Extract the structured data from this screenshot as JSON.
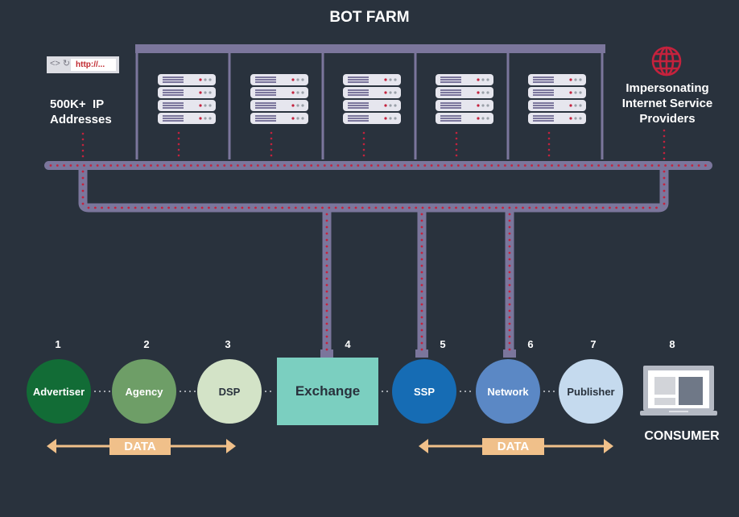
{
  "title": "BOT FARM",
  "browser": {
    "nav_icons": "<> ↻",
    "url": "http://..."
  },
  "left_label": [
    "500K+  IP",
    "Addresses"
  ],
  "right_label": [
    "Impersonating",
    "Internet Service",
    "Providers"
  ],
  "colors": {
    "background": "#29323d",
    "pipe": "#7b769c",
    "dots": "#c4223d",
    "server": "#e6e6ee",
    "data_arrow": "#f0c08a"
  },
  "server_racks": 5,
  "chain": [
    {
      "num": "1",
      "label": "Advertiser",
      "bg": "#126c36",
      "fg": "#ffffff"
    },
    {
      "num": "2",
      "label": "Agency",
      "bg": "#6e9e67",
      "fg": "#ffffff"
    },
    {
      "num": "3",
      "label": "DSP",
      "bg": "#d3e3c7",
      "fg": "#29323d"
    },
    {
      "num": "4",
      "label": "Exchange",
      "bg": "#7bcfc0",
      "fg": "#29323d"
    },
    {
      "num": "5",
      "label": "SSP",
      "bg": "#166cb4",
      "fg": "#ffffff"
    },
    {
      "num": "6",
      "label": "Network",
      "bg": "#5b88c5",
      "fg": "#ffffff"
    },
    {
      "num": "7",
      "label": "Publisher",
      "bg": "#c5daee",
      "fg": "#29323d"
    },
    {
      "num": "8",
      "label": "CONSUMER"
    }
  ],
  "data_arrows": [
    {
      "label": "DATA"
    },
    {
      "label": "DATA"
    }
  ]
}
